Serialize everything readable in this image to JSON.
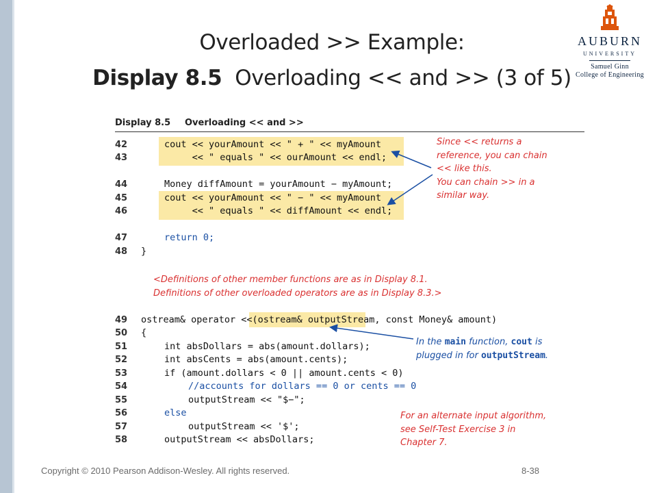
{
  "slide": {
    "title_line1": "Overloaded >> Example:",
    "title_line2_bold": "Display 8.5",
    "title_line2_rest": "Overloading << and >> (3 of 5)"
  },
  "logo": {
    "name": "AUBURN",
    "university": "UNIVERSITY",
    "college_line1": "Samuel Ginn",
    "college_line2": "College of Engineering"
  },
  "display": {
    "label": "Display 8.5",
    "title": "Overloading << and >>"
  },
  "code_lines": [
    {
      "num": "42",
      "text": "cout << yourAmount << \" + \" << myAmount"
    },
    {
      "num": "43",
      "text": "     << \" equals \" << ourAmount << endl;"
    },
    {
      "num": "44",
      "text": "Money diffAmount = yourAmount − myAmount;"
    },
    {
      "num": "45",
      "text": "cout << yourAmount << \" − \" << myAmount"
    },
    {
      "num": "46",
      "text": "     << \" equals \" << diffAmount << endl;"
    },
    {
      "num": "47",
      "text": "return 0;"
    },
    {
      "num": "48",
      "text": "}"
    },
    {
      "num": "49",
      "text": "ostream& operator <<(ostream& outputStream, const Money& amount)"
    },
    {
      "num": "50",
      "text": "{"
    },
    {
      "num": "51",
      "text": "int absDollars = abs(amount.dollars);"
    },
    {
      "num": "52",
      "text": "int absCents = abs(amount.cents);"
    },
    {
      "num": "53",
      "text": "if (amount.dollars < 0 || amount.cents < 0)"
    },
    {
      "num": "54",
      "text": "//accounts for dollars == 0 or cents == 0"
    },
    {
      "num": "55",
      "text": "outputStream << \"$−\";"
    },
    {
      "num": "56",
      "text": "else"
    },
    {
      "num": "57",
      "text": "outputStream << '$';"
    },
    {
      "num": "58",
      "text": "outputStream << absDollars;"
    }
  ],
  "notes": {
    "chain_note_l1": "Since << returns a",
    "chain_note_l2": "reference, you can chain",
    "chain_note_l3": "<< like this.",
    "chain_note_l4": "You can chain >> in a",
    "chain_note_l5": "similar way.",
    "definitions_l1": "<Definitions of other member functions are as in Display 8.1.",
    "definitions_l2": "Definitions of other overloaded operators are as in Display 8.3.>",
    "main_note_pre": "In the ",
    "main_note_main": "main",
    "main_note_mid": " function, ",
    "main_note_cout": "cout",
    "main_note_post": " is",
    "main_note_l2_pre": "plugged in for ",
    "main_note_l2_code": "outputStream",
    "main_note_l2_post": ".",
    "alt_note_l1": "For an alternate input algorithm,",
    "alt_note_l2": "see Self-Test Exercise 3 in",
    "alt_note_l3": "Chapter 7."
  },
  "footer": {
    "copyright": "Copyright © 2010 Pearson Addison-Wesley. All rights reserved.",
    "page": "8-38"
  },
  "colors": {
    "highlight": "#fbe9a6",
    "note_red": "#d93030",
    "keyword_blue": "#1a4fa3",
    "left_bar": "#b7c5d3"
  }
}
